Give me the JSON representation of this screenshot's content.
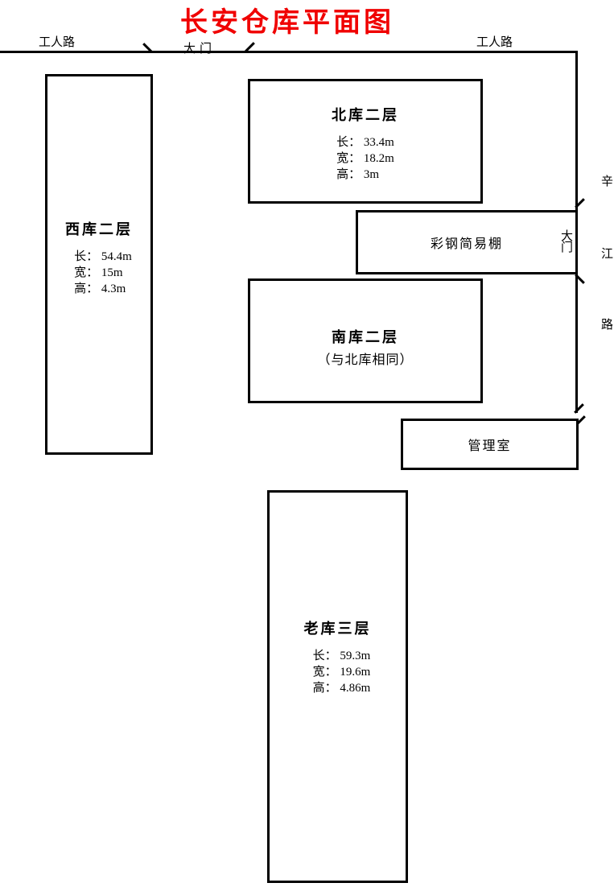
{
  "title": "长安仓库平面图",
  "colors": {
    "title": "#f00000",
    "line": "#000000"
  },
  "roads": {
    "worker_road_left": "工人路",
    "worker_road_right": "工人路",
    "top_gate": "大门",
    "xinjiang_name": "辛江路",
    "xinjiang_chars": [
      "辛",
      "江",
      "路"
    ],
    "right_gate": "大门"
  },
  "buildings": {
    "west": {
      "name": "西库二层",
      "specs": [
        "长： 54.4m",
        "宽： 15m",
        "高： 4.3m"
      ]
    },
    "north": {
      "name": "北库二层",
      "specs": [
        "长： 33.4m",
        "宽： 18.2m",
        "高： 3m"
      ]
    },
    "shed": {
      "name": "彩钢简易棚"
    },
    "south": {
      "name": "南库二层",
      "note": "（与北库相同）"
    },
    "office": {
      "name": "管理室"
    },
    "old": {
      "name": "老库三层",
      "specs": [
        "长： 59.3m",
        "宽： 19.6m",
        "高： 4.86m"
      ]
    }
  }
}
